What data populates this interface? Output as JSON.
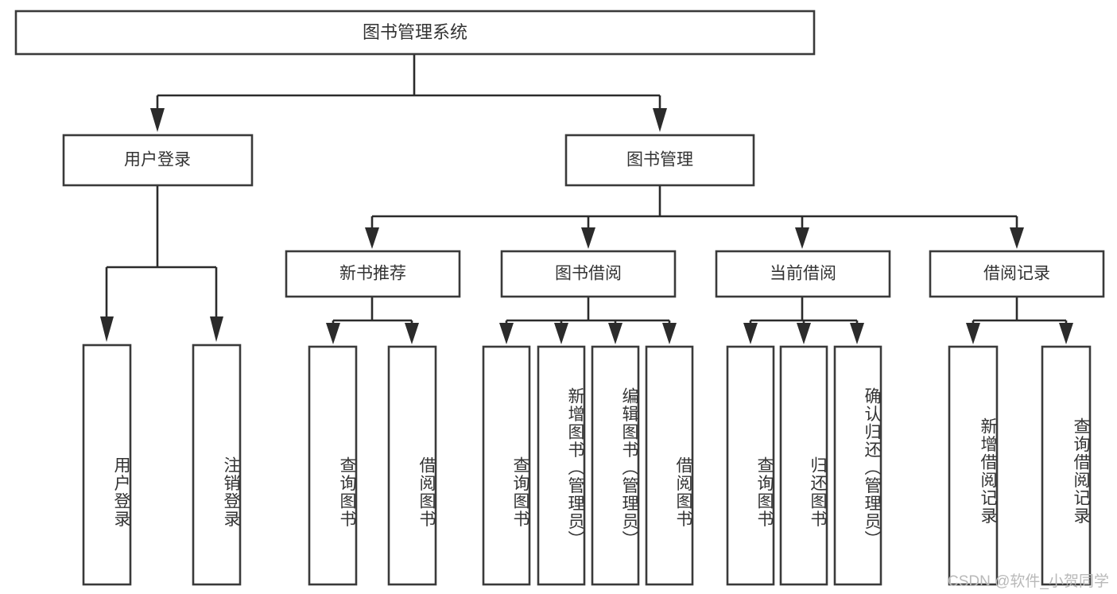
{
  "diagram": {
    "type": "hierarchy-tree",
    "title_node": {
      "id": "root",
      "label": "图书管理系统"
    },
    "level2": [
      {
        "id": "user-login",
        "label": "用户登录"
      },
      {
        "id": "book-management",
        "label": "图书管理"
      }
    ],
    "level3": [
      {
        "id": "new-book-recommend",
        "label": "新书推荐",
        "parent": "book-management"
      },
      {
        "id": "book-borrow",
        "label": "图书借阅",
        "parent": "book-management"
      },
      {
        "id": "current-borrow",
        "label": "当前借阅",
        "parent": "book-management"
      },
      {
        "id": "borrow-record",
        "label": "借阅记录",
        "parent": "book-management"
      }
    ],
    "leaves": [
      {
        "id": "leaf-user-login",
        "label": "用户登录",
        "parent": "user-login"
      },
      {
        "id": "leaf-logout-login",
        "label": "注销登录",
        "parent": "user-login"
      },
      {
        "id": "leaf-query-book-1",
        "label": "查询图书",
        "parent": "new-book-recommend"
      },
      {
        "id": "leaf-borrow-book-1",
        "label": "借阅图书",
        "parent": "new-book-recommend"
      },
      {
        "id": "leaf-query-book-2",
        "label": "查询图书",
        "parent": "book-borrow"
      },
      {
        "id": "leaf-add-book",
        "label": "新增图书（管理员）",
        "parent": "book-borrow"
      },
      {
        "id": "leaf-edit-book",
        "label": "编辑图书（管理员）",
        "parent": "book-borrow"
      },
      {
        "id": "leaf-borrow-book-2",
        "label": "借阅图书",
        "parent": "book-borrow"
      },
      {
        "id": "leaf-query-book-3",
        "label": "查询图书",
        "parent": "current-borrow"
      },
      {
        "id": "leaf-return-book",
        "label": "归还图书",
        "parent": "current-borrow"
      },
      {
        "id": "leaf-confirm-return",
        "label": "确认归还（管理员）",
        "parent": "current-borrow"
      },
      {
        "id": "leaf-add-record",
        "label": "新增借阅记录",
        "parent": "borrow-record"
      },
      {
        "id": "leaf-query-record",
        "label": "查询借阅记录",
        "parent": "borrow-record"
      }
    ]
  },
  "watermark": {
    "text": "CSDN @软件_小贺同学"
  },
  "colors": {
    "box_stroke": "#3a3a3a",
    "connector": "#2b2b2b",
    "text": "#333333",
    "background": "#ffffff",
    "watermark": "#b9b9b9"
  }
}
